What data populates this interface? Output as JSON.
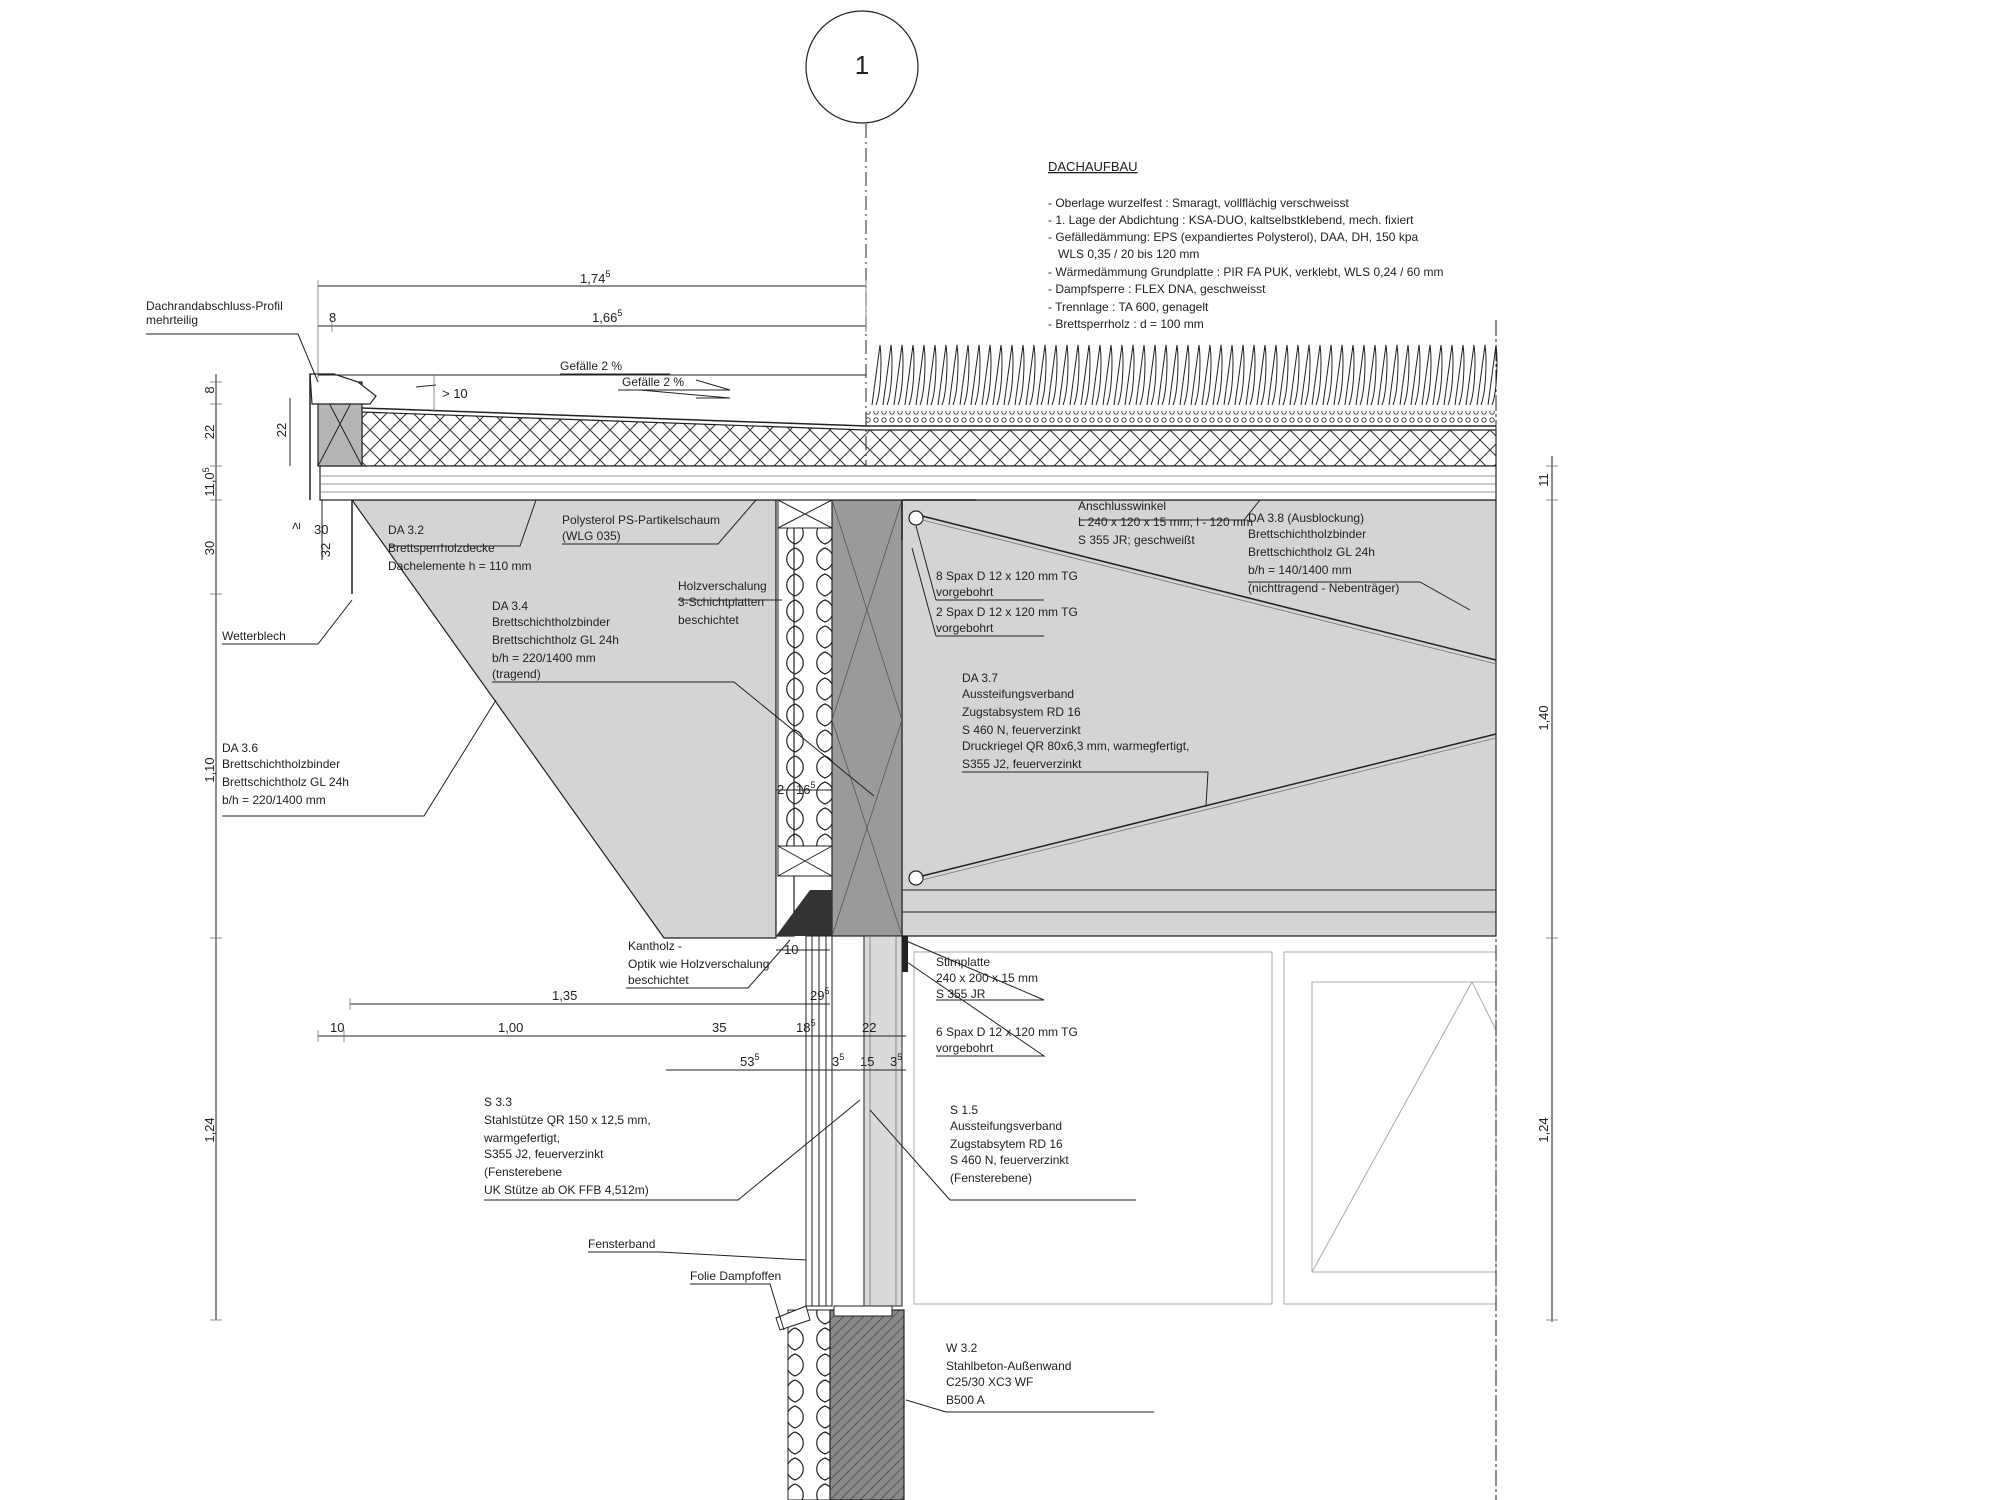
{
  "axis": {
    "label": "1"
  },
  "roof_build_up": {
    "title": "DACHAUFBAU",
    "lines": [
      "- Oberlage wurzelfest : Smaragt, vollflächig verschweisst",
      "- 1. Lage der Abdichtung : KSA-DUO, kaltselbstklebend, mech. fixiert",
      "- Gefälledämmung: EPS (expandiertes Polysterol), DAA, DH, 150 kpa",
      "   WLS 0,35 / 20 bis 120 mm",
      "- Wärmedämmung Grundplatte : PIR FA PUK, verklebt, WLS 0,24 / 60 mm",
      "- Dampfsperre : FLEX DNA, geschweisst",
      "- Trennlage : TA 600, genagelt",
      "- Brettsperrholz : d = 100 mm"
    ]
  },
  "slopes": [
    "Gefälle 2 %",
    "Gefälle 2 %"
  ],
  "labels": {
    "dachrand": [
      "Dachrandabschluss-Profil",
      "mehrteilig"
    ],
    "da32": [
      "DA 3.2",
      "Brettsperrholzdecke",
      "Dachelemente h = 110 mm"
    ],
    "polysterol": [
      "Polysterol PS-Partikelschaum",
      "(WLG 035)"
    ],
    "anschlusswinkel": [
      "Anschlusswinkel",
      "L 240 x 120 x 15 mm; l - 120 mm",
      "S 355 JR; geschweißt"
    ],
    "da38": [
      "DA 3.8 (Ausblockung)",
      "Brettschichtholzbinder",
      "Brettschichtholz GL 24h",
      "b/h = 140/1400 mm",
      "(nichttragend - Nebenträger)"
    ],
    "spax8": [
      "8 Spax D 12 x 120 mm TG",
      "vorgebohrt"
    ],
    "spax2": [
      "2 Spax D 12 x 120 mm TG",
      "vorgebohrt"
    ],
    "holzverschalung": [
      "Holzverschalung",
      "3-Schichtplatten",
      "beschichtet"
    ],
    "da34": [
      "DA 3.4",
      "Brettschichtholzbinder",
      "Brettschichtholz GL 24h",
      "b/h = 220/1400 mm",
      "(tragend)"
    ],
    "wetterblech": "Wetterblech",
    "da37": [
      "DA 3.7",
      "Aussteifungsverband",
      "Zugstabsystem RD 16",
      "S 460 N, feuerverzinkt",
      "Druckriegel QR 80x6,3 mm, warmegfertigt,",
      "S355 J2, feuerverzinkt"
    ],
    "da36": [
      "DA 3.6",
      "Brettschichtholzbinder",
      "Brettschichtholz GL 24h",
      "b/h = 220/1400 mm"
    ],
    "kantholz": [
      "Kantholz -",
      "Optik wie Holzverschalung",
      "beschichtet"
    ],
    "stirnplatte": [
      "Stirnplatte",
      "240 x 200 x 15 mm",
      "S 355 JR"
    ],
    "spax6": [
      "6 Spax D 12 x 120 mm TG",
      "vorgebohrt"
    ],
    "s33": [
      "S 3.3",
      "Stahlstütze QR 150 x 12,5 mm,",
      "warmgefertigt,",
      "S355 J2, feuerverzinkt",
      "(Fensterebene",
      "UK Stütze ab OK FFB 4,512m)"
    ],
    "s15": [
      "S 1.5",
      "Aussteifungsverband",
      "Zugstabsytem RD 16",
      "S 460 N, feuerverzinkt",
      "(Fensterebene)"
    ],
    "fensterband": "Fensterband",
    "folie": "Folie Dampfoffen",
    "w32": [
      "W 3.2",
      "Stahlbeton-Außenwand",
      "C25/30 XC3 WF",
      "B500 A"
    ]
  },
  "dimensions": {
    "top_174": "1,74",
    "top_174_sup": "5",
    "top_8": "8",
    "top_166": "1,66",
    "top_166_sup": "5",
    "gt10": "> 10",
    "left_8": "8",
    "left_22a": "22",
    "left_22b": "22",
    "left_11": "11,0",
    "left_11_sup": "5",
    "left_30a": "30",
    "left_30b": "30",
    "left_32": "32",
    "left_gt": "≥",
    "left_110": "1,10",
    "left_124": "1,24",
    "right_11": "11",
    "right_140": "1,40",
    "right_124": "1,24",
    "d_2": "2",
    "d_16": "16",
    "d_16_sup": "5",
    "d_10": "10",
    "d_135": "1,35",
    "d_29": "29",
    "d_29_sup": "5",
    "d_10b": "10",
    "d_100": "1,00",
    "d_35": "35",
    "d_18": "18",
    "d_18_sup": "5",
    "d_22": "22",
    "d_53": "53",
    "d_53_sup": "5",
    "d_3a": "3",
    "d_3a_sup": "5",
    "d_15": "15",
    "d_3b": "3",
    "d_3b_sup": "5"
  }
}
